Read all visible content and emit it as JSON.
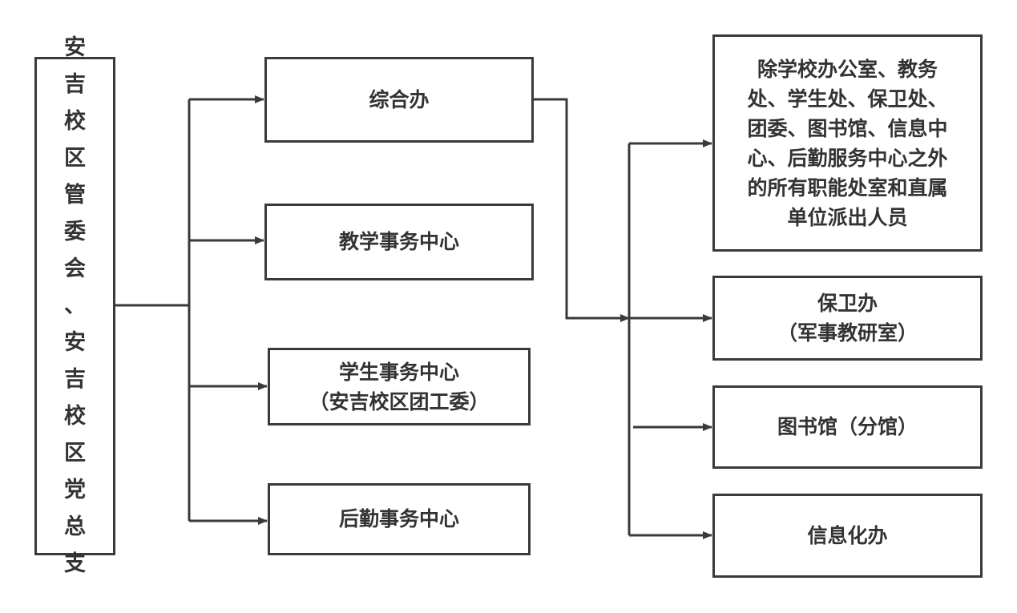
{
  "root": {
    "label": "安\n吉\n校\n区\n管\n委\n会\n、\n安\n吉\n校\n区\n党\n总\n支"
  },
  "level1": [
    {
      "id": "zonghe",
      "label": "综合办"
    },
    {
      "id": "jiaoxue",
      "label": "教学事务中心"
    },
    {
      "id": "xuesheng",
      "label": "学生事务中心\n（安吉校区团工委）"
    },
    {
      "id": "houqin",
      "label": "后勤事务中心"
    }
  ],
  "level2": [
    {
      "id": "paichu",
      "label": "除学校办公室、教务\n处、学生处、保卫处、\n团委、图书馆、信息中\n心、后勤服务中心之外\n的所有职能处室和直属\n单位派出人员"
    },
    {
      "id": "baowei",
      "label": "保卫办\n（军事教研室）"
    },
    {
      "id": "tushu",
      "label": "图书馆（分馆）"
    },
    {
      "id": "xinxi",
      "label": "信息化办"
    }
  ]
}
